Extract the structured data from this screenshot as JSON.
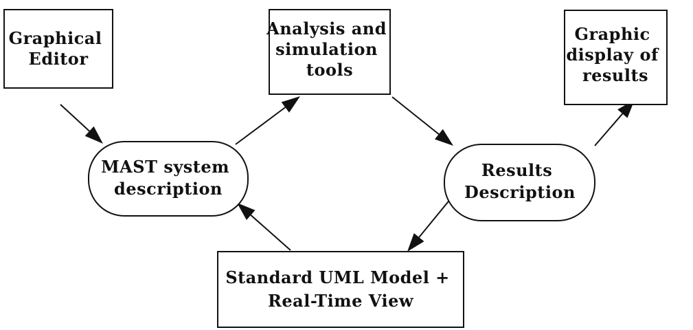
{
  "diagram": {
    "nodes": {
      "graphical_editor": {
        "shape": "rectangle",
        "lines": [
          "Graphical",
          "Editor"
        ]
      },
      "analysis_tools": {
        "shape": "rectangle",
        "lines": [
          "Analysis and",
          "simulation",
          "tools"
        ]
      },
      "graphic_display": {
        "shape": "rectangle",
        "lines": [
          "Graphic",
          "display of",
          "results"
        ]
      },
      "mast_description": {
        "shape": "rounded",
        "lines": [
          "MAST system",
          "description"
        ]
      },
      "results_description": {
        "shape": "rounded",
        "lines": [
          "Results",
          "Description"
        ]
      },
      "uml_model": {
        "shape": "rectangle",
        "lines": [
          "Standard UML Model +",
          "Real-Time View"
        ]
      }
    },
    "edges": [
      {
        "from": "graphical_editor",
        "to": "mast_description"
      },
      {
        "from": "mast_description",
        "to": "analysis_tools"
      },
      {
        "from": "analysis_tools",
        "to": "results_description"
      },
      {
        "from": "results_description",
        "to": "graphic_display"
      },
      {
        "from": "results_description",
        "to": "uml_model"
      },
      {
        "from": "uml_model",
        "to": "mast_description"
      }
    ]
  },
  "colors": {
    "stroke": "#111111",
    "background": "#ffffff"
  }
}
